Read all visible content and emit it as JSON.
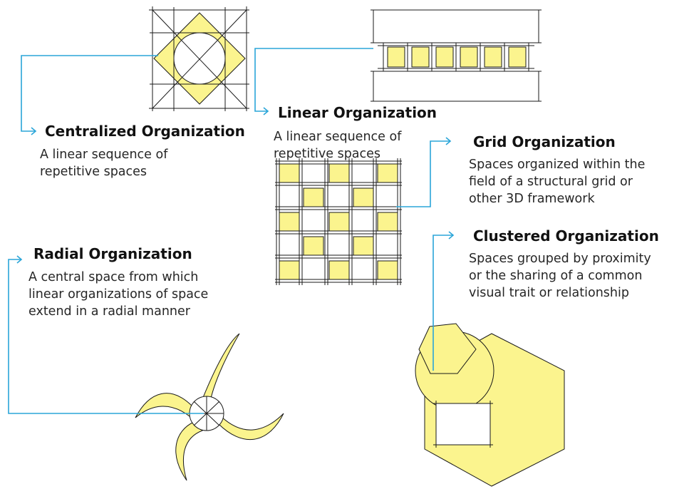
{
  "colors": {
    "fill": "#fbf48e",
    "line": "#1a1a1a",
    "connector": "#2aa5d8"
  },
  "centralized": {
    "title": "Centralized Organization",
    "desc": [
      "A linear sequence of",
      "repetitive spaces"
    ]
  },
  "linear": {
    "title": "Linear Organization",
    "desc": [
      "A linear sequence of",
      "repetitive spaces"
    ]
  },
  "grid": {
    "title": "Grid Organization",
    "desc": [
      "Spaces organized within the",
      "field of a structural grid or",
      "other 3D framework"
    ]
  },
  "clustered": {
    "title": "Clustered Organization",
    "desc": [
      "Spaces grouped by proximity",
      "or the sharing of a common",
      "visual trait or relationship"
    ]
  },
  "radial": {
    "title": "Radial Organization",
    "desc": [
      "A central space from which",
      "linear organizations of space",
      "extend in a radial manner"
    ]
  }
}
